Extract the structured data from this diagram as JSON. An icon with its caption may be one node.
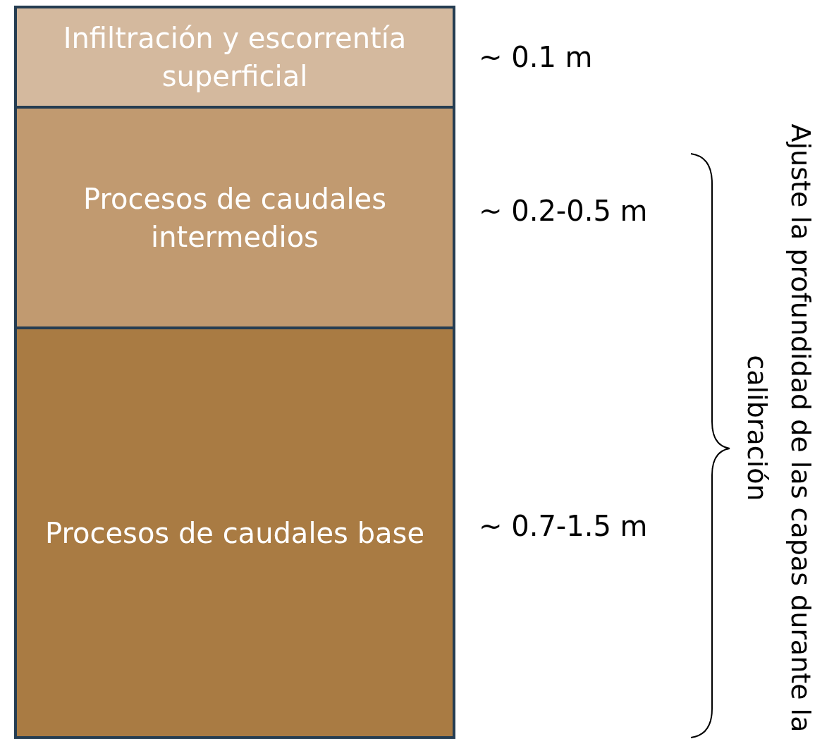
{
  "diagram": {
    "nodes": [
      {
        "text": [
          "Infiltración y escorrentía superficial"
        ],
        "beside": [
          "~ 0.1 m"
        ]
      },
      {
        "text": [
          "Procesos de caudales intermedios"
        ],
        "beside": [
          "~ 0.2-0.5 m"
        ]
      },
      {
        "text": [
          "Procesos de caudales base"
        ],
        "beside": [
          "~ 0.7-1.5 m"
        ]
      }
    ],
    "labels": [
      "Ajuste la profundidad de las capas durante la calibración"
    ]
  }
}
